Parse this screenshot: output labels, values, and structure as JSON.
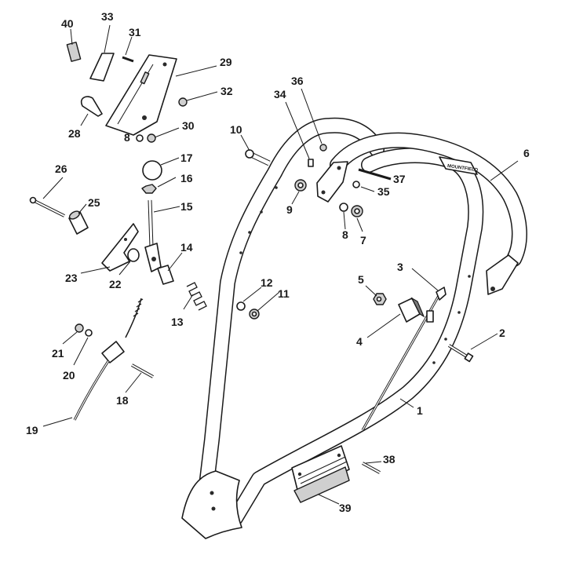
{
  "diagram": {
    "brand_mark": "MOUNTFIELD",
    "callouts": [
      {
        "id": "c1",
        "label": "1"
      },
      {
        "id": "c2",
        "label": "2"
      },
      {
        "id": "c3",
        "label": "3"
      },
      {
        "id": "c4",
        "label": "4"
      },
      {
        "id": "c5",
        "label": "5"
      },
      {
        "id": "c6",
        "label": "6"
      },
      {
        "id": "c7",
        "label": "7"
      },
      {
        "id": "c8a",
        "label": "8"
      },
      {
        "id": "c8b",
        "label": "8"
      },
      {
        "id": "c9",
        "label": "9"
      },
      {
        "id": "c10",
        "label": "10"
      },
      {
        "id": "c11",
        "label": "11"
      },
      {
        "id": "c12",
        "label": "12"
      },
      {
        "id": "c13",
        "label": "13"
      },
      {
        "id": "c14",
        "label": "14"
      },
      {
        "id": "c15",
        "label": "15"
      },
      {
        "id": "c16",
        "label": "16"
      },
      {
        "id": "c17",
        "label": "17"
      },
      {
        "id": "c18",
        "label": "18"
      },
      {
        "id": "c19",
        "label": "19"
      },
      {
        "id": "c20",
        "label": "20"
      },
      {
        "id": "c21",
        "label": "21"
      },
      {
        "id": "c22",
        "label": "22"
      },
      {
        "id": "c23",
        "label": "23"
      },
      {
        "id": "c25",
        "label": "25"
      },
      {
        "id": "c26",
        "label": "26"
      },
      {
        "id": "c28",
        "label": "28"
      },
      {
        "id": "c29",
        "label": "29"
      },
      {
        "id": "c30",
        "label": "30"
      },
      {
        "id": "c31",
        "label": "31"
      },
      {
        "id": "c32",
        "label": "32"
      },
      {
        "id": "c33",
        "label": "33"
      },
      {
        "id": "c34",
        "label": "34"
      },
      {
        "id": "c35",
        "label": "35"
      },
      {
        "id": "c36",
        "label": "36"
      },
      {
        "id": "c37",
        "label": "37"
      },
      {
        "id": "c38",
        "label": "38"
      },
      {
        "id": "c39",
        "label": "39"
      },
      {
        "id": "c40",
        "label": "40"
      }
    ]
  }
}
